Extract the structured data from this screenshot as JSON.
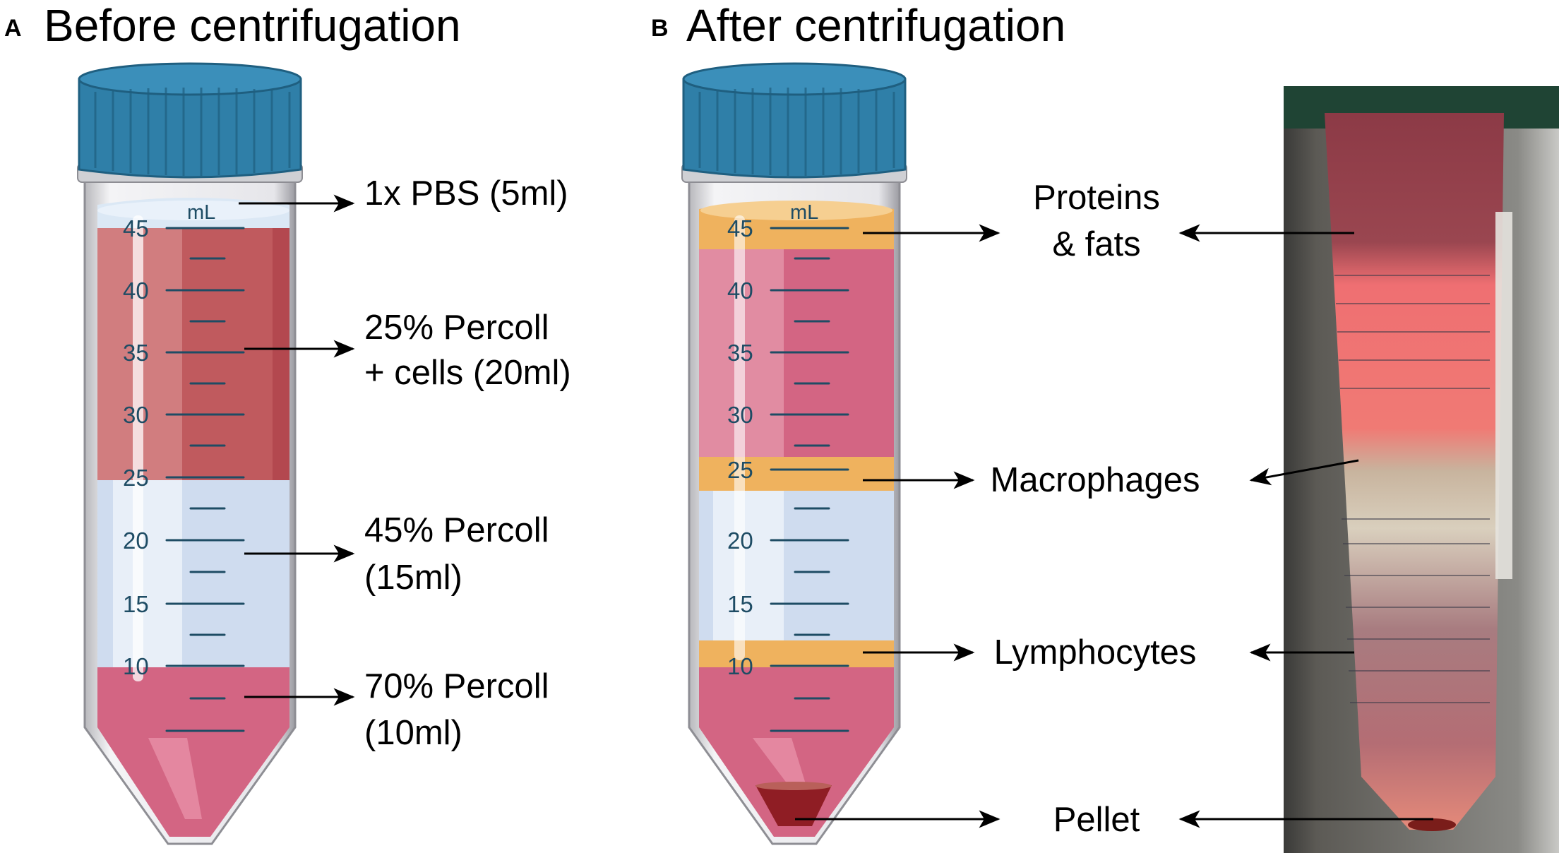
{
  "panel_a": {
    "letter": "A",
    "title": "Before centrifugation",
    "tube": {
      "unit": "mL",
      "tick_labels": [
        "45",
        "40",
        "35",
        "30",
        "25",
        "20",
        "15",
        "10"
      ]
    },
    "labels": [
      {
        "line1": "1x PBS (5ml)",
        "line2": ""
      },
      {
        "line1": "25% Percoll",
        "line2": "+ cells (20ml)"
      },
      {
        "line1": "45% Percoll",
        "line2": "(15ml)"
      },
      {
        "line1": "70% Percoll",
        "line2": "(10ml)"
      }
    ]
  },
  "panel_b": {
    "letter": "B",
    "title": "After centrifugation",
    "tube": {
      "unit": "mL",
      "tick_labels": [
        "45",
        "40",
        "35",
        "30",
        "25",
        "20",
        "15",
        "10"
      ]
    },
    "labels": [
      {
        "line1": "Proteins",
        "line2": "& fats"
      },
      {
        "line1": "Macrophages",
        "line2": ""
      },
      {
        "line1": "Lymphocytes",
        "line2": ""
      },
      {
        "line1": "Pellet",
        "line2": ""
      }
    ]
  },
  "colors": {
    "cap": "#2f7fa8",
    "cap_dark": "#1f5f80",
    "pbs": "#dbe8f5",
    "percoll_25": "#c05a5e",
    "percoll_45": "#cfdcef",
    "percoll_70": "#d36583",
    "band": "#efb25e",
    "pellet": "#8f1d24",
    "tick": "#1e4c64"
  }
}
